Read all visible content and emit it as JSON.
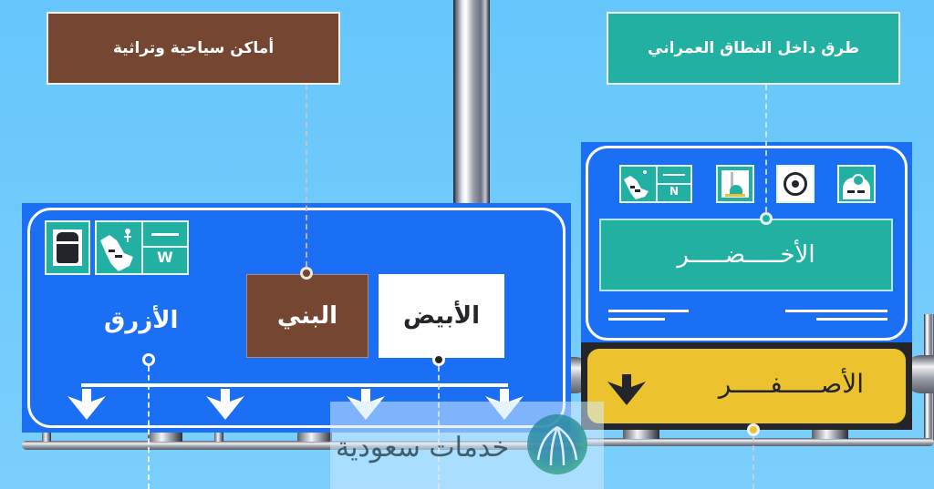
{
  "colors": {
    "background": "#6ccafc",
    "sign_blue": "#1b6ff5",
    "brown": "#754632",
    "green": "#22b0a2",
    "yellow": "#ecc32f",
    "white": "#ffffff",
    "dark": "#23252b"
  },
  "callouts": {
    "tourist_heritage": "أماكن سياحية وتراثية",
    "urban_roads": "طرق داخل النطاق العمراني"
  },
  "left_sign": {
    "blue_label": "الأزرق",
    "brown_label": "البني",
    "white_label": "الأبيض",
    "icons": [
      "kaaba-icon",
      "saudi-map-icon",
      "route-w-icon"
    ],
    "route_letter": "W",
    "arrows": 4
  },
  "right_sign": {
    "green_label": "الأخـــــضـــــر",
    "yellow_label": "الأصـــــفـــــر",
    "icons": [
      "saudi-map-icon",
      "route-n-icon",
      "prophet-mosque-icon",
      "city-center-icon",
      "ring-road-icon"
    ],
    "route_letter": "N"
  },
  "watermark": {
    "text": "خدمات سعودية"
  }
}
